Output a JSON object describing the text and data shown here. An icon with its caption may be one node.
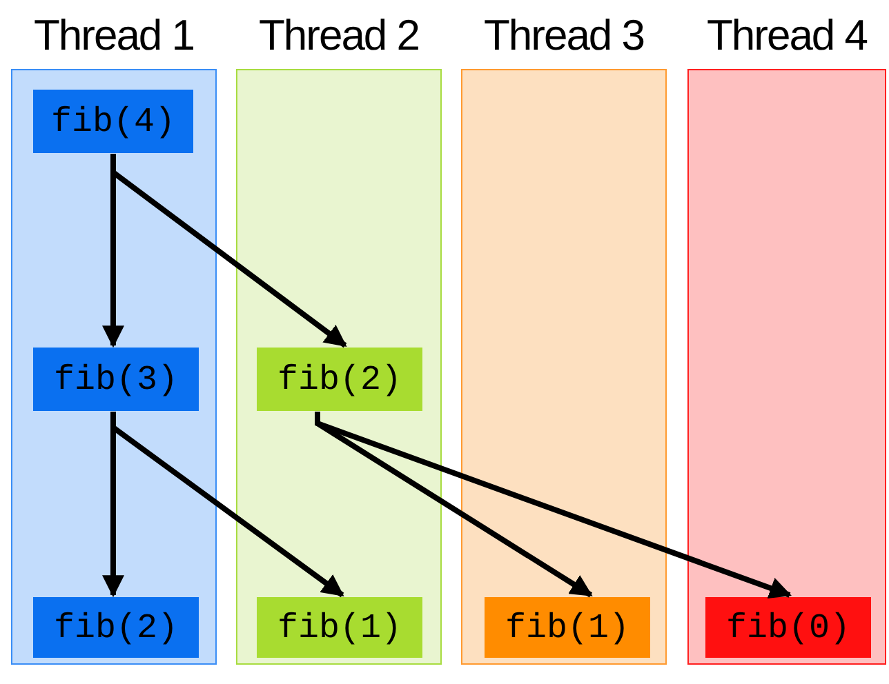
{
  "diagram": {
    "nodes": [
      {
        "text": [
          "Thread 1"
        ]
      },
      {
        "text": [
          "fib(4)"
        ],
        "in": 0
      },
      {
        "text": [
          "fib(3)"
        ],
        "in": 0
      },
      {
        "text": [
          "fib(2)"
        ],
        "in": 0
      },
      {
        "text": [
          "Thread 2"
        ]
      },
      {
        "text": [
          "fib(2)"
        ],
        "in": 4
      },
      {
        "text": [
          "fib(1)"
        ],
        "in": 4
      },
      {
        "text": [
          "Thread 3"
        ]
      },
      {
        "text": [
          "fib(1)"
        ],
        "in": 7
      },
      {
        "text": [
          "Thread 4"
        ]
      },
      {
        "text": [
          "fib(0)"
        ],
        "in": 9
      }
    ],
    "edges": [
      {
        "from": 1,
        "to": 2,
        "arrow": "to"
      },
      {
        "from": 1,
        "to": 5,
        "arrow": "to"
      },
      {
        "from": 2,
        "to": 3,
        "arrow": "to"
      },
      {
        "from": 2,
        "to": 6,
        "arrow": "to"
      },
      {
        "from": 5,
        "to": 8,
        "arrow": "to"
      },
      {
        "from": 5,
        "to": 10,
        "arrow": "to"
      }
    ]
  }
}
